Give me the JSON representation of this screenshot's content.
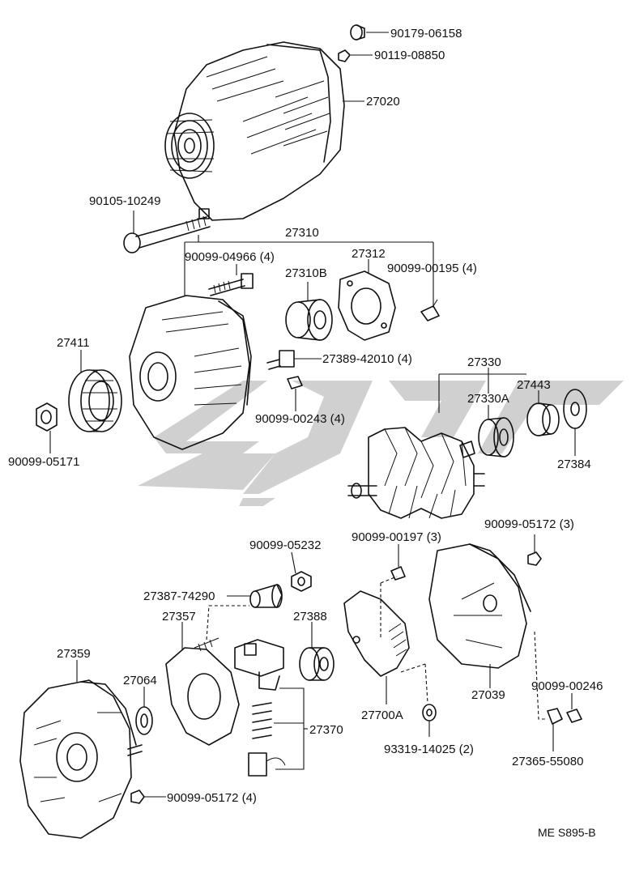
{
  "diagram": {
    "code": "ME S895-B",
    "parts": {
      "p90179_06158": "90179-06158",
      "p90119_08850": "90119-08850",
      "p27020": "27020",
      "p90105_10249": "90105-10249",
      "p27310": "27310",
      "p90099_04966": "90099-04966 (4)",
      "p27312": "27312",
      "p27310b": "27310B",
      "p90099_00195": "90099-00195 (4)",
      "p27411": "27411",
      "p27389_42010": "27389-42010 (4)",
      "p27330": "27330",
      "p27443": "27443",
      "p27330a": "27330A",
      "p90099_00243": "90099-00243 (4)",
      "p90099_05171": "90099-05171",
      "p27384": "27384",
      "p90099_05172_3": "90099-05172 (3)",
      "p90099_05232": "90099-05232",
      "p90099_00197": "90099-00197 (3)",
      "p27387_74290": "27387-74290",
      "p27357": "27357",
      "p27388": "27388",
      "p27359": "27359",
      "p27064": "27064",
      "p27039": "27039",
      "p90099_00246": "90099-00246",
      "p27700a": "27700A",
      "p27370": "27370",
      "p93319_14025": "93319-14025 (2)",
      "p27365_55080": "27365-55080",
      "p90099_05172_4": "90099-05172 (4)"
    }
  }
}
